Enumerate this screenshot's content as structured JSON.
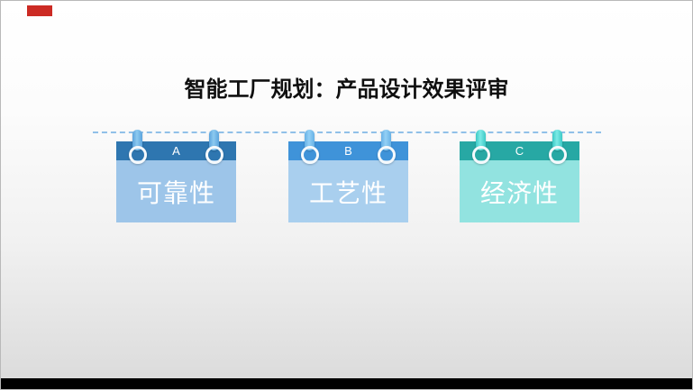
{
  "slide": {
    "title": "智能工厂规划：产品设计效果评审",
    "cards": [
      {
        "badge": "A",
        "label": "可靠性",
        "header_color": "#2e76b0",
        "body_color": "#9dc5e9",
        "pin_edge": "#5ba4dd",
        "pin_mid": "#8cc9f0"
      },
      {
        "badge": "B",
        "label": "工艺性",
        "header_color": "#3f93d9",
        "body_color": "#a9cfee",
        "pin_edge": "#66b1e6",
        "pin_mid": "#93d0f5"
      },
      {
        "badge": "C",
        "label": "经济性",
        "header_color": "#27a8a4",
        "body_color": "#92e3e0",
        "pin_edge": "#3cc9c6",
        "pin_mid": "#7ceae6"
      }
    ],
    "colors": {
      "dashed_line": "#90c0e8",
      "ring_stroke": "#f5f9fc",
      "title_text": "#0f0f0f",
      "card_text": "#ffffff",
      "red_marker": "#cc2b24",
      "bottom_bar": "#000000"
    }
  }
}
